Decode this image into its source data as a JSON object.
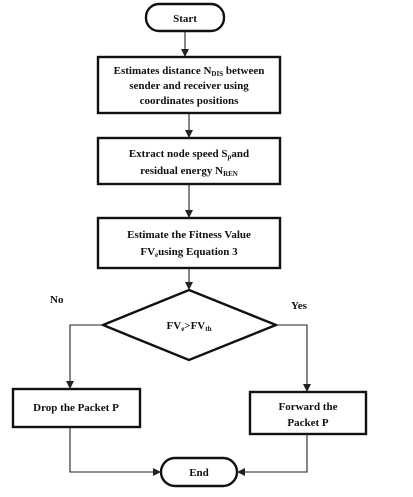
{
  "nodes": {
    "start": {
      "label": "Start"
    },
    "estimate_distance": {
      "line1_a": "Estimates distance N",
      "line1_sub": "DIS",
      "line1_b": " between",
      "line2": "sender and receiver using",
      "line3": "coordinates positions"
    },
    "extract_speed": {
      "line1_a": "Extract node speed S",
      "line1_sub": "p",
      "line1_b": "and",
      "line2_a": "residual energy N",
      "line2_sub": "REN"
    },
    "fitness": {
      "line1": "Estimate the Fitness Value",
      "line2_a": "FV",
      "line2_sub": "e",
      "line2_b": "using Equation 3"
    },
    "decision": {
      "a": "FV",
      "a_sub": "e",
      "op": ">FV",
      "b_sub": "th"
    },
    "drop": {
      "label": "Drop the Packet P"
    },
    "forward": {
      "line1": "Forward the",
      "line2": "Packet P"
    },
    "end": {
      "label": "End"
    }
  },
  "edges": {
    "no_label": "No",
    "yes_label": "Yes"
  }
}
